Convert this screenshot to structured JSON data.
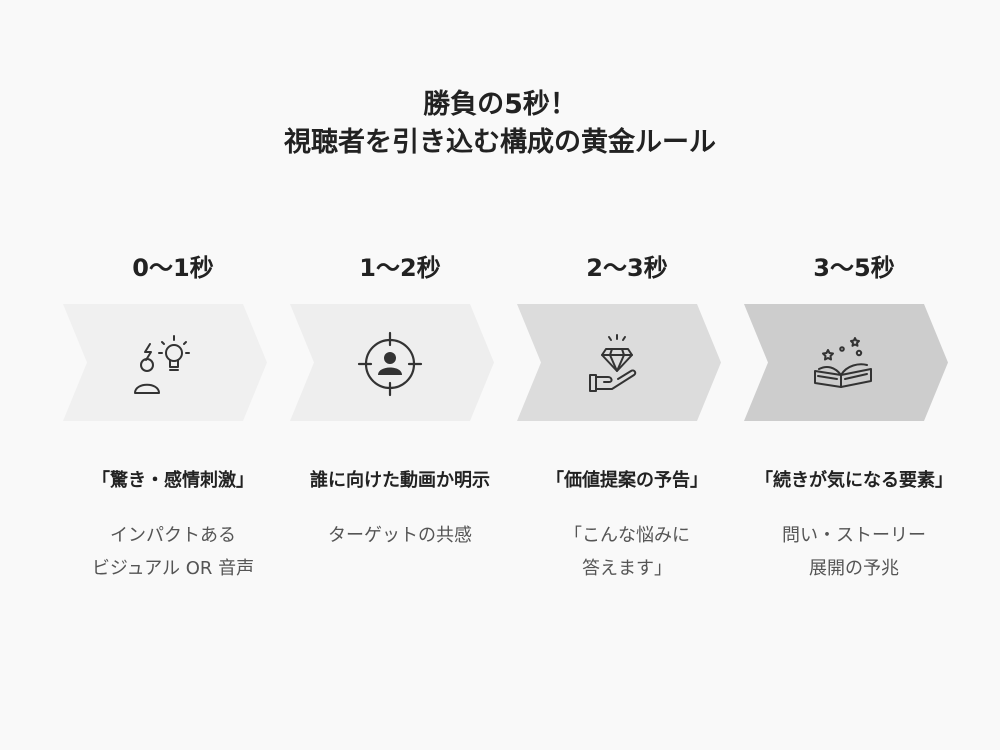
{
  "title": {
    "line1": "勝負の5秒！",
    "line2": "視聴者を引き込む構成の黄金ルール"
  },
  "colors": {
    "background": "#f9f9f9",
    "text": "#222222",
    "subtext": "#555555",
    "chevron_1": "#f0f0f0",
    "chevron_2": "#eeeeee",
    "chevron_3": "#dcdcdc",
    "chevron_4": "#cdcdcd"
  },
  "stages": [
    {
      "time": "0〜1秒",
      "icon": "surprise-lightbulb-icon",
      "heading": "「驚き・感情刺激」",
      "desc_line1": "インパクトある",
      "desc_line2": "ビジュアル OR 音声"
    },
    {
      "time": "1〜2秒",
      "icon": "target-person-icon",
      "heading": "誰に向けた動画か明示",
      "desc_line1": "ターゲットの共感",
      "desc_line2": ""
    },
    {
      "time": "2〜3秒",
      "icon": "diamond-hand-icon",
      "heading": "「価値提案の予告」",
      "desc_line1": "「こんな悩みに",
      "desc_line2": "答えます」"
    },
    {
      "time": "3〜5秒",
      "icon": "open-book-stars-icon",
      "heading": "「続きが気になる要素」",
      "desc_line1": "問い・ストーリー",
      "desc_line2": "展開の予兆"
    }
  ]
}
